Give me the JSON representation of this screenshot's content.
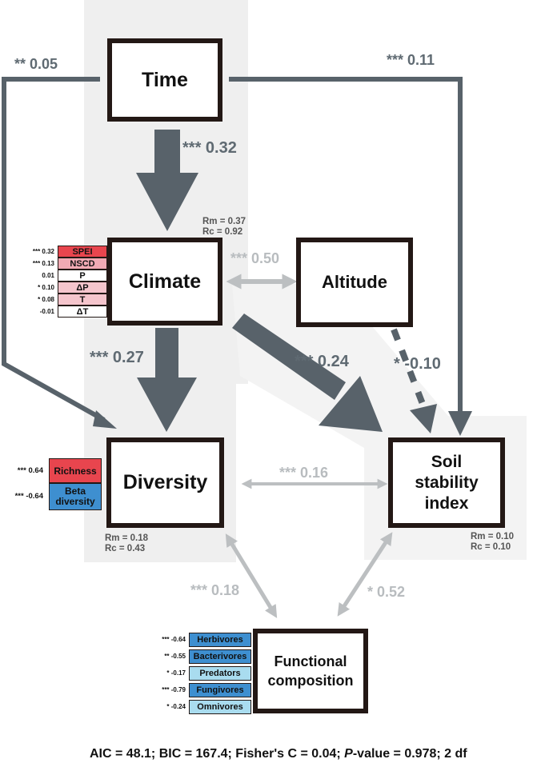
{
  "nodes": {
    "time": "Time",
    "climate": "Climate",
    "altitude": "Altitude",
    "diversity": "Diversity",
    "soil_line1": "Soil",
    "soil_line2": "stability",
    "soil_line3": "index",
    "func_line1": "Functional",
    "func_line2": "composition"
  },
  "paths": {
    "time_diversity": "** 0.05",
    "time_soil": "*** 0.11",
    "time_climate": "*** 0.32",
    "climate_altitude": "*** 0.50",
    "climate_diversity": "*** 0.27",
    "climate_soil": "*** 0.24",
    "altitude_soil": "* -0.10",
    "diversity_soil": "*** 0.16",
    "diversity_func": "*** 0.18",
    "soil_func": "* 0.52"
  },
  "r2": {
    "climate_rm": "Rm = 0.37",
    "climate_rc": "Rc = 0.92",
    "diversity_rm": "Rm = 0.18",
    "diversity_rc": "Rc = 0.43",
    "soil_rm": "Rm = 0.10",
    "soil_rc": "Rc = 0.10"
  },
  "climate_indicators": [
    {
      "label": "SPEI",
      "coef": "*** 0.32",
      "color": "#e8454e"
    },
    {
      "label": "NSCD",
      "coef": "*** 0.13",
      "color": "#f1aab4"
    },
    {
      "label": "P",
      "coef": "0.01",
      "color": "#ffffff"
    },
    {
      "label": "ΔP",
      "coef": "* 0.10",
      "color": "#f5c5cc"
    },
    {
      "label": "T",
      "coef": "* 0.08",
      "color": "#f5c5cc"
    },
    {
      "label": "ΔT",
      "coef": "-0.01",
      "color": "#ffffff"
    }
  ],
  "diversity_indicators": [
    {
      "label": "Richness",
      "coef": "*** 0.64",
      "color": "#e8454e"
    },
    {
      "label": "Beta diversity",
      "coef": "*** -0.64",
      "color": "#3e8fd0"
    }
  ],
  "functional_indicators": [
    {
      "label": "Herbivores",
      "coef": "*** -0.64",
      "color": "#3e8fd0"
    },
    {
      "label": "Bacterivores",
      "coef": "** -0.55",
      "color": "#3e8fd0"
    },
    {
      "label": "Predators",
      "coef": "* -0.17",
      "color": "#a9dcef"
    },
    {
      "label": "Fungivores",
      "coef": "*** -0.79",
      "color": "#3e8fd0"
    },
    {
      "label": "Omnivores",
      "coef": "* -0.24",
      "color": "#a9dcef"
    }
  ],
  "footer": {
    "part1": "AIC = 48.1; BIC = 167.4; Fisher's C = 0.04; ",
    "p_label": "P",
    "part2": "-value = 0.978; 2 df"
  },
  "colors": {
    "dark_arrow": "#58626a",
    "light_arrow": "#bcbfc1",
    "background_panel": "#efefef"
  }
}
